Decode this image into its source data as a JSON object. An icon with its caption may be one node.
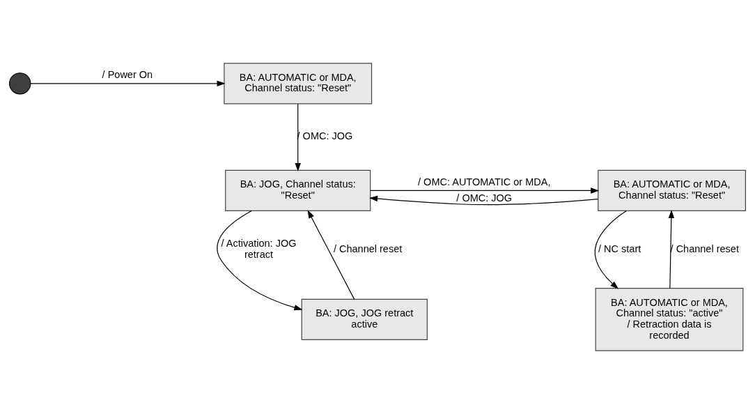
{
  "diagram": {
    "nodes": [
      {
        "text": [
          "BA: AUTOMATIC or MDA, Channel status: \"Reset\""
        ]
      },
      {
        "text": [],
        "shape": "circle"
      },
      {
        "text": [
          "BA: JOG, Channel status: \"Reset\""
        ]
      },
      {
        "text": [
          "BA: AUTOMATIC or MDA, Channel status: \"Reset\""
        ]
      },
      {
        "text": [
          "BA: JOG, JOG retract active"
        ]
      },
      {
        "text": [
          "BA: AUTOMATIC or MDA, Channel status: \"active\" / Retraction data is recorded"
        ]
      }
    ],
    "edges": [
      {
        "from": 1,
        "to": 0,
        "arrow": "to",
        "label": "/ Power On"
      },
      {
        "from": 0,
        "to": 2,
        "arrow": "to",
        "label": "/ OMC: JOG"
      },
      {
        "from": 2,
        "to": 3,
        "arrow": "to",
        "label": "/ OMC: AUTOMATIC or MDA,"
      },
      {
        "from": 3,
        "to": 2,
        "arrow": "to",
        "label": "/ OMC: JOG"
      },
      {
        "from": 2,
        "to": 4,
        "arrow": "to",
        "label": "/ Activation: JOG retract"
      },
      {
        "from": 4,
        "to": 2,
        "arrow": "to",
        "label": "/ Channel reset"
      },
      {
        "from": 3,
        "to": 5,
        "arrow": "to",
        "label": "/ NC start"
      },
      {
        "from": 5,
        "to": 3,
        "arrow": "to",
        "label": "/ Channel reset"
      }
    ]
  }
}
